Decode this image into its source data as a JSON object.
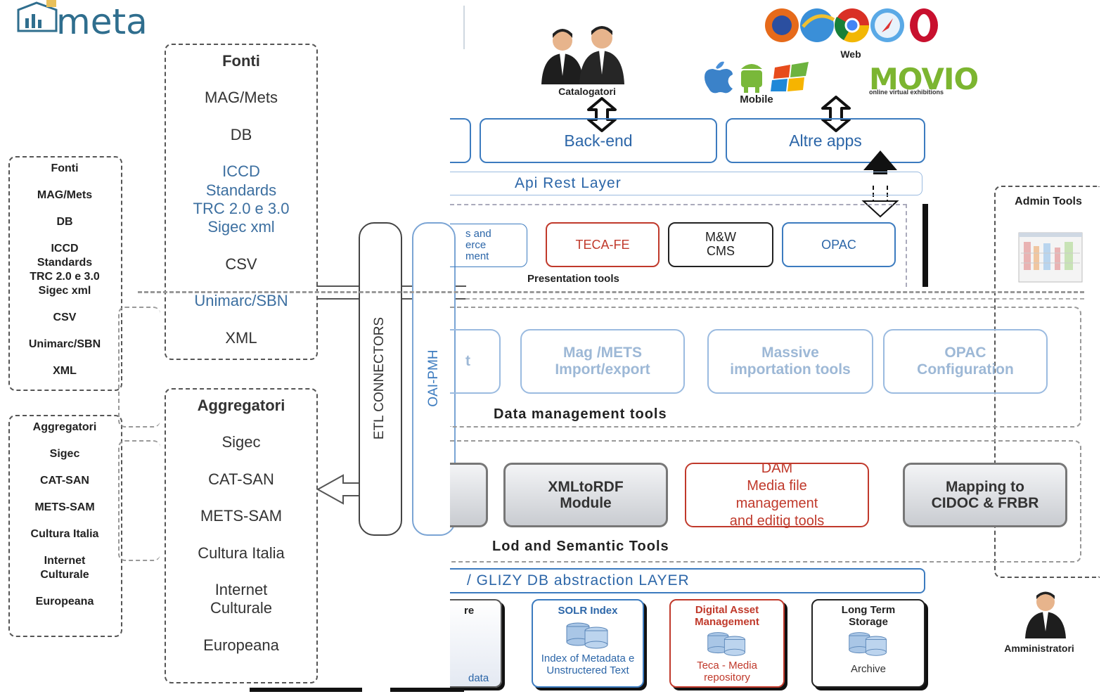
{
  "logo": {
    "text": "meta"
  },
  "fonti_main": {
    "title": "Fonti",
    "items": [
      "MAG/Mets",
      "DB"
    ],
    "iccd_lines": [
      "ICCD",
      "Standards",
      "TRC  2.0 e 3.0",
      "Sigec xml"
    ],
    "items_after": [
      "CSV",
      "Unimarc/SBN",
      "XML"
    ]
  },
  "fonti_small": {
    "title": "Fonti",
    "items": [
      "MAG/Mets",
      "DB"
    ],
    "iccd_lines": [
      "ICCD",
      "Standards",
      "TRC  2.0 e 3.0",
      "Sigec xml"
    ],
    "items_after": [
      "CSV",
      "Unimarc/SBN",
      "XML"
    ]
  },
  "aggregatori_main": {
    "title": "Aggregatori",
    "items": [
      "Sigec",
      "CAT-SAN",
      "METS-SAM",
      "Cultura Italia"
    ],
    "internet_lines": [
      "Internet",
      "Culturale"
    ],
    "last": "Europeana"
  },
  "aggregatori_small": {
    "title": "Aggregatori",
    "items": [
      "Sigec",
      "CAT-SAN",
      "METS-SAM",
      "Cultura Italia"
    ],
    "internet_lines": [
      "Internet",
      "Culturale"
    ],
    "last": "Europeana"
  },
  "connectors": {
    "etl": "ETL CONNECTORS",
    "oai": "OAI-PMH"
  },
  "users": {
    "catalogatori": "Catalogatori",
    "mobile": "Mobile",
    "web": "Web",
    "amministratori": "Amministratori",
    "movio": "MOVIO",
    "movio_sub": "online virtual exhibitions",
    "browsers": [
      "Firefox",
      "IE",
      "Chrome",
      "Safari",
      "Opera"
    ]
  },
  "top": {
    "backend": "Back-end",
    "altre_apps": "Altre apps",
    "api_rest": "Api Rest Layer"
  },
  "presentation": {
    "label": "Presentation  tools",
    "partial": [
      "s and",
      "erce",
      "ment"
    ],
    "teca_fe": "TECA-FE",
    "mw_cms": [
      "M&W",
      "CMS"
    ],
    "opac": "OPAC"
  },
  "admin": {
    "title": "Admin Tools"
  },
  "data_mgmt": {
    "label": "Data management tools",
    "partial": "t",
    "mag": [
      "Mag /METS",
      "Import/export"
    ],
    "massive": [
      "Massive",
      "importation tools"
    ],
    "opac_conf": [
      "OPAC",
      "Configuration"
    ]
  },
  "lod": {
    "label": "Lod and Semantic Tools",
    "xml_rdf": [
      "XMLtoRDF",
      "Module"
    ],
    "dam": [
      "DAM",
      "Media file",
      "management",
      "and editig tools"
    ],
    "mapping": [
      "Mapping to",
      "CIDOC & FRBR"
    ]
  },
  "glizy": "/ GLIZY DB abstraction LAYER",
  "storage": {
    "partial_top": "re",
    "partial_bottom": "data",
    "solr": {
      "title": "SOLR Index",
      "caption": [
        "Index of Metadata e",
        "Unstructered Text"
      ]
    },
    "dam": {
      "title": [
        "Digital Asset",
        "Management"
      ],
      "caption": [
        "Teca - Media",
        "repository"
      ]
    },
    "lts": {
      "title": [
        "Long Term",
        "Storage"
      ],
      "caption": "Archive"
    }
  },
  "colors": {
    "blue": "#3c7bbf",
    "red": "#c0392b",
    "light_blue": "#9bbbe0"
  }
}
